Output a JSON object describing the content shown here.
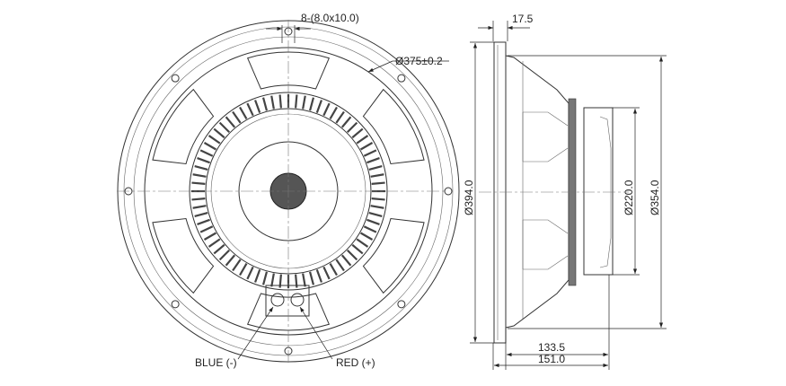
{
  "front_view": {
    "hole_spec": "8-(8.0x10.0)",
    "outer_diameter": "Ø375±0.2",
    "terminal_negative": "BLUE (-)",
    "terminal_positive": "RED (+)"
  },
  "side_view": {
    "flange_thickness": "17.5",
    "overall_diameter": "Ø394.0",
    "magnet_diameter": "Ø220.0",
    "basket_diameter": "Ø354.0",
    "depth_basket": "133.5",
    "depth_overall": "151.0"
  }
}
